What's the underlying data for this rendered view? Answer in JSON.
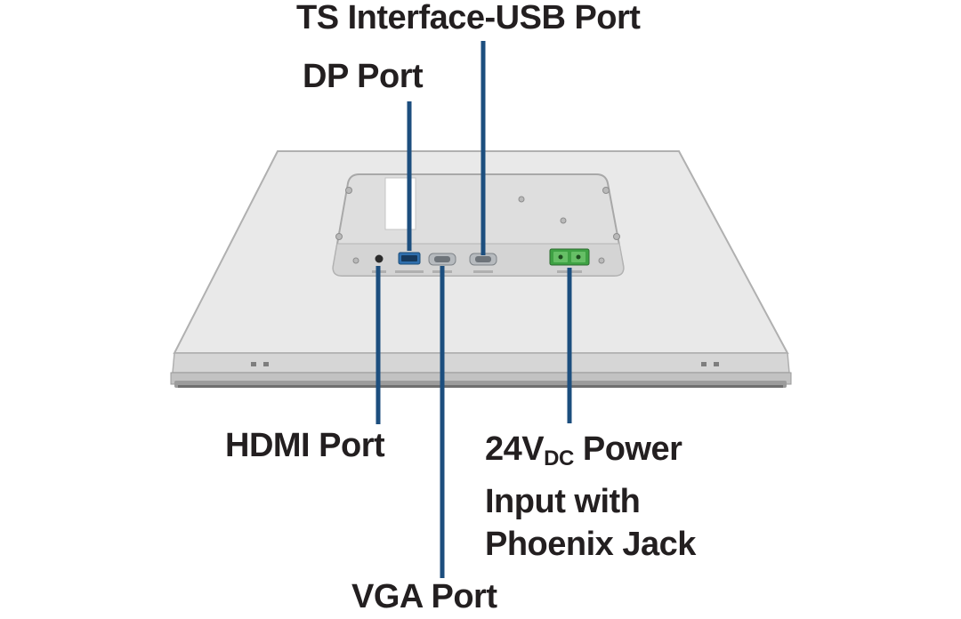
{
  "labels": {
    "ts_usb_port": "TS Interface-USB Port",
    "dp_port": "DP Port",
    "hdmi_port": "HDMI Port",
    "vga_port": "VGA Port",
    "power_line1_prefix": "24V",
    "power_line1_sub": "DC",
    "power_line1_suffix": " Power",
    "power_line2": "Input with",
    "power_line3": "Phoenix Jack"
  },
  "colors": {
    "callout_line": "#1c4e7e",
    "label_text": "#231f20",
    "device_body": "#e9e9e9",
    "device_outline": "#b0b0b0",
    "housing_body": "#dedede",
    "housing_front": "#d4d4d4",
    "dp_port": "#2f6fad",
    "dp_port_slot": "#16395c",
    "vga_port": "#b6babe",
    "vga_port_slot": "#6e747a",
    "hdmi_port": "#2b2b2b",
    "phoenix_body": "#3fa244",
    "phoenix_terminal": "#66bf66",
    "phoenix_hole": "#1e4d20"
  }
}
